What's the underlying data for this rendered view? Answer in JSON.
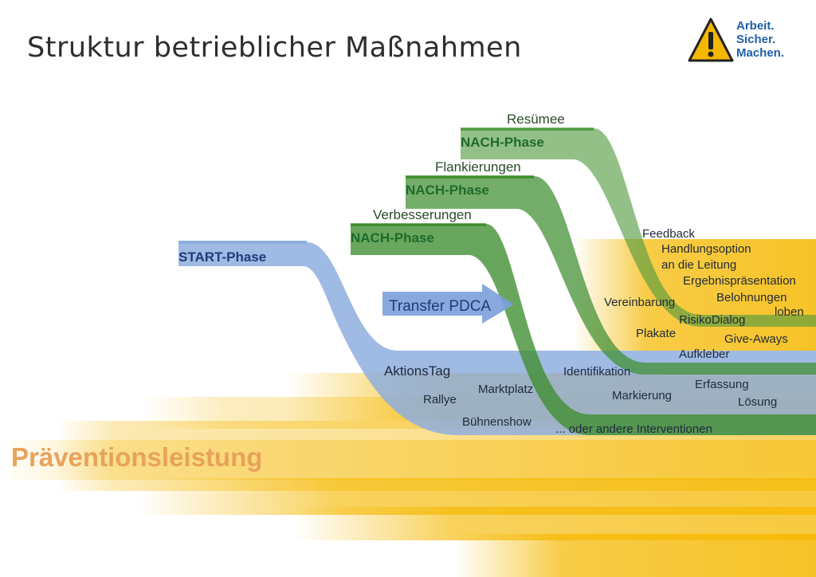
{
  "title": "Struktur betrieblicher Maßnahmen",
  "logo": {
    "line1": "Arbeit.",
    "line2": "Sicher.",
    "line3": "Machen.",
    "icon": "warning-triangle-icon"
  },
  "colors": {
    "start_blue": "#8eaede",
    "start_text": "#1f3b7a",
    "nach_green": "#4f9a3d",
    "nach_text": "#1e6b2c",
    "yellow": "#f5b800",
    "prevention_text": "#e8a25a"
  },
  "start": {
    "phase": "START-Phase"
  },
  "transfer": "Transfer PDCA",
  "phases": [
    {
      "title": "Verbesserungen",
      "phase": "NACH-Phase"
    },
    {
      "title": "Flankierungen",
      "phase": "NACH-Phase"
    },
    {
      "title": "Resümee",
      "phase": "NACH-Phase"
    }
  ],
  "start_items": {
    "aktionstag": "AktionsTag",
    "marktplatz": "Marktplatz",
    "rallye": "Rallye",
    "buehnenshow": "Bühnenshow"
  },
  "verbesserungen_items": {
    "identifikation": "Identifikation",
    "markierung": "Markierung",
    "interventionen": "... oder andere Interventionen",
    "erfassung": "Erfassung",
    "loesung": "Lösung"
  },
  "flankierungen_items": {
    "vereinbarung": "Vereinbarung",
    "risikodialog": "RisikoDialog",
    "plakate": "Plakate",
    "aufkleber": "Aufkleber",
    "give_aways": "Give-Aways"
  },
  "resuemee_items": {
    "feedback": "Feedback",
    "handlungsoption": "Handlungsoption",
    "an_die_leitung": "an die Leitung",
    "ergebnispraesentation": "Ergebnispräsentation",
    "belohnungen": "Belohnungen",
    "loben": "loben"
  },
  "bottom_label": "Präventionsleistung"
}
